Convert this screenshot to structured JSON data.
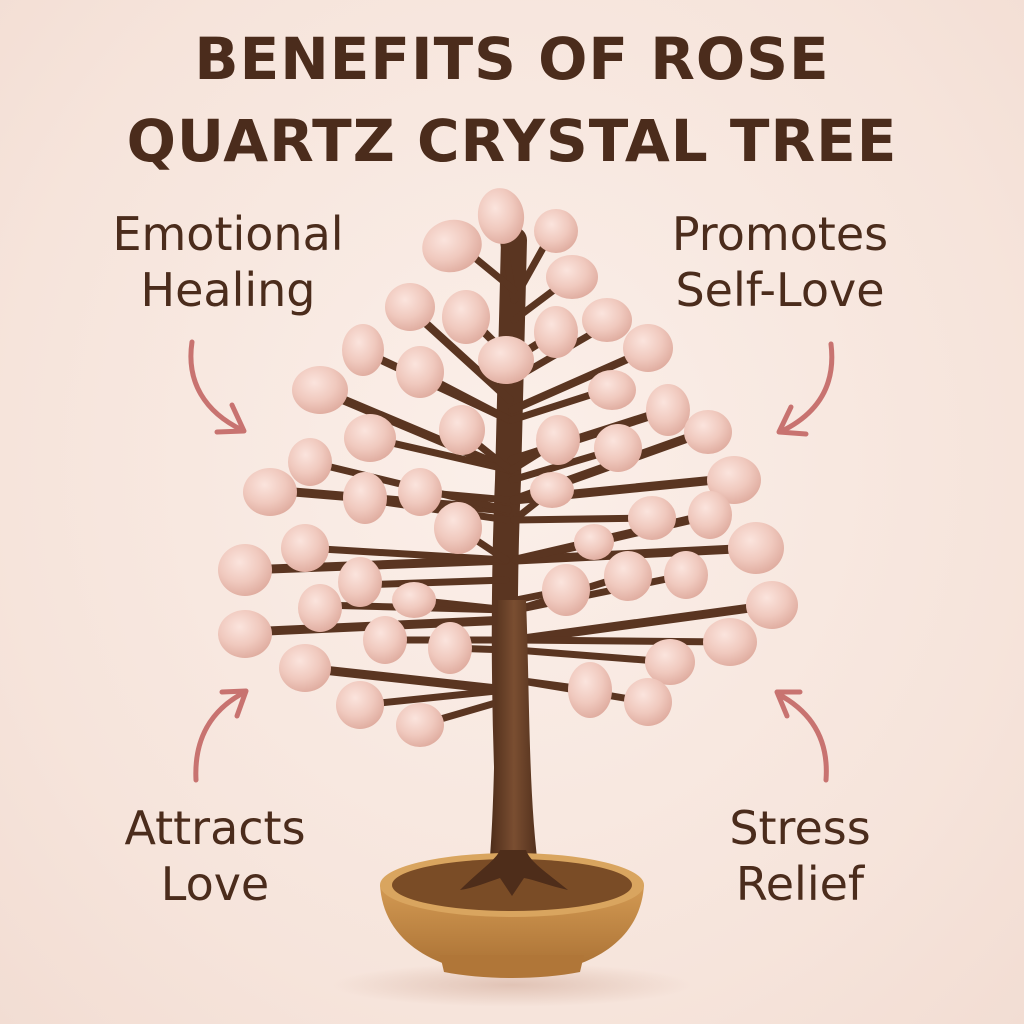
{
  "title": {
    "line1": "BENEFITS OF ROSE",
    "line2": "QUARTZ CRYSTAL TREE"
  },
  "benefits": [
    {
      "position": "top-left",
      "line1": "Emotional",
      "line2": "Healing"
    },
    {
      "position": "top-right",
      "line1": "Promotes",
      "line2": "Self-Love"
    },
    {
      "position": "bottom-left",
      "line1": "Attracts",
      "line2": "Love"
    },
    {
      "position": "bottom-right",
      "line1": "Stress",
      "line2": "Relief"
    }
  ],
  "colors": {
    "background": "#f8e9e2",
    "text": "#4b2c1c",
    "arrow": "#c87370",
    "crystal": "#edc3b8",
    "branch": "#5a3521",
    "pot": "#c48a45"
  },
  "icons": {
    "arrows": [
      "curved-arrow-down-right",
      "curved-arrow-down-left",
      "curved-arrow-up-right",
      "curved-arrow-up-left"
    ]
  }
}
